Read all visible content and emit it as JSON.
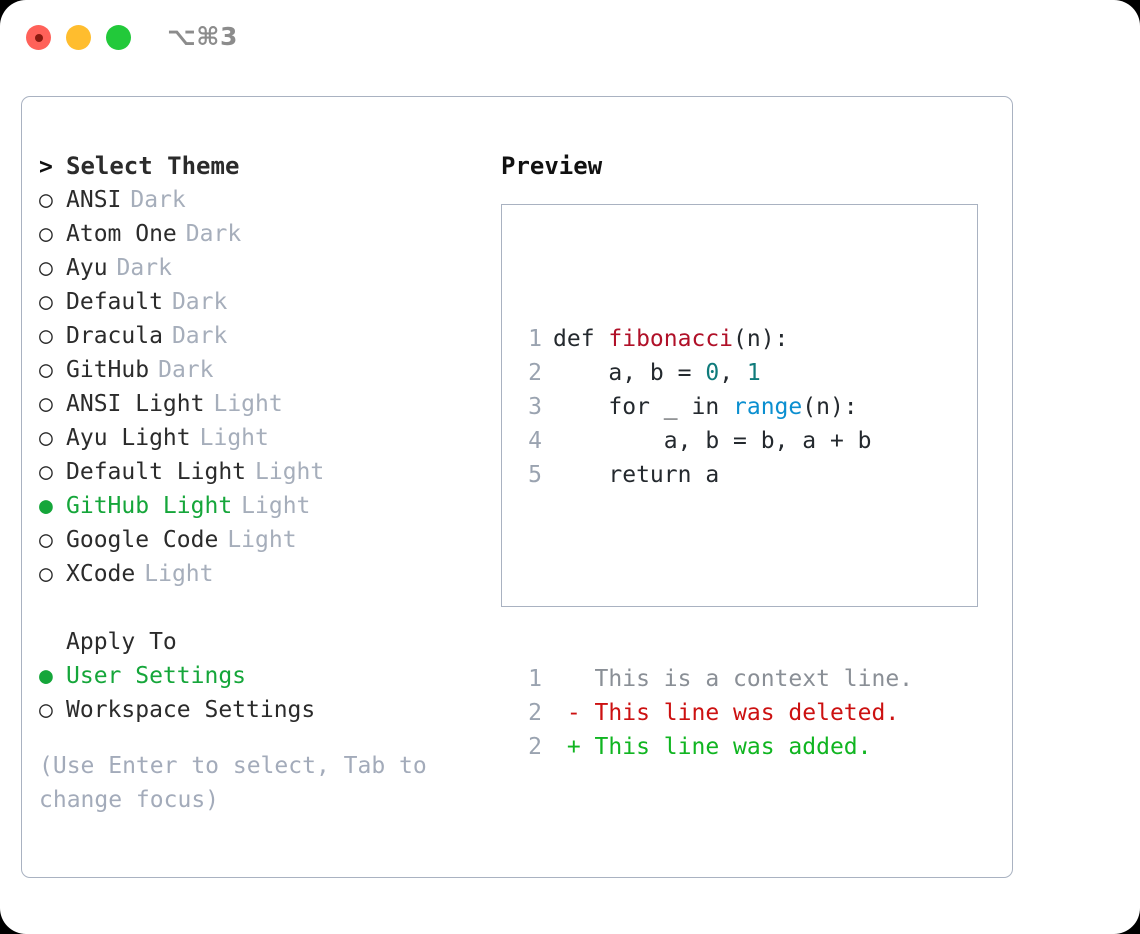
{
  "titlebar": {
    "shortcut": "⌥⌘3",
    "lights": [
      "close-light",
      "minimize-light",
      "zoom-light"
    ]
  },
  "theme_picker": {
    "header": {
      "marker": ">",
      "label": "Select Theme"
    },
    "items": [
      {
        "marker": "○",
        "label": "ANSI",
        "variant": "Dark",
        "selected": false
      },
      {
        "marker": "○",
        "label": "Atom One",
        "variant": "Dark",
        "selected": false
      },
      {
        "marker": "○",
        "label": "Ayu",
        "variant": "Dark",
        "selected": false
      },
      {
        "marker": "○",
        "label": "Default",
        "variant": "Dark",
        "selected": false
      },
      {
        "marker": "○",
        "label": "Dracula",
        "variant": "Dark",
        "selected": false
      },
      {
        "marker": "○",
        "label": "GitHub",
        "variant": "Dark",
        "selected": false
      },
      {
        "marker": "○",
        "label": "ANSI Light",
        "variant": "Light",
        "selected": false
      },
      {
        "marker": "○",
        "label": "Ayu Light",
        "variant": "Light",
        "selected": false
      },
      {
        "marker": "○",
        "label": "Default Light",
        "variant": "Light",
        "selected": false
      },
      {
        "marker": "●",
        "label": "GitHub Light",
        "variant": "Light",
        "selected": true
      },
      {
        "marker": "○",
        "label": "Google Code",
        "variant": "Light",
        "selected": false
      },
      {
        "marker": "○",
        "label": "XCode",
        "variant": "Light",
        "selected": false
      }
    ]
  },
  "apply_to": {
    "title": "Apply To",
    "options": [
      {
        "marker": "●",
        "label": "User Settings",
        "selected": true
      },
      {
        "marker": "○",
        "label": "Workspace Settings",
        "selected": false
      }
    ]
  },
  "hint": "(Use Enter to select, Tab to change focus)",
  "preview": {
    "title": "Preview",
    "code_lines": [
      {
        "no": "1",
        "tokens": [
          {
            "t": "def ",
            "c": "plain"
          },
          {
            "t": "fibonacci",
            "c": "func"
          },
          {
            "t": "(n):",
            "c": "plain"
          }
        ]
      },
      {
        "no": "2",
        "tokens": [
          {
            "t": "    a, b = ",
            "c": "plain"
          },
          {
            "t": "0",
            "c": "num"
          },
          {
            "t": ", ",
            "c": "plain"
          },
          {
            "t": "1",
            "c": "num"
          }
        ]
      },
      {
        "no": "3",
        "tokens": [
          {
            "t": "    for _ in ",
            "c": "plain"
          },
          {
            "t": "range",
            "c": "builtin"
          },
          {
            "t": "(n):",
            "c": "plain"
          }
        ]
      },
      {
        "no": "4",
        "tokens": [
          {
            "t": "        a, b = b, a + b",
            "c": "plain"
          }
        ]
      },
      {
        "no": "5",
        "tokens": [
          {
            "t": "    return a",
            "c": "plain"
          }
        ]
      }
    ],
    "diff_lines": [
      {
        "no": "1",
        "tokens": [
          {
            "t": "   This is a context line.",
            "c": "ctx"
          }
        ]
      },
      {
        "no": "2",
        "tokens": [
          {
            "t": " - This line was deleted.",
            "c": "del"
          }
        ]
      },
      {
        "no": "2",
        "tokens": [
          {
            "t": " + This line was added.",
            "c": "add"
          }
        ]
      }
    ]
  },
  "colors": {
    "accent_green": "#15a63a",
    "border": "#a9b2c1",
    "muted": "#a6aebb",
    "func_red": "#b01028",
    "number_teal": "#0f7b7b",
    "builtin_blue": "#0b8fd0",
    "diff_add": "#10b521",
    "diff_del": "#cc1111",
    "diff_ctx": "#8a8f96"
  }
}
